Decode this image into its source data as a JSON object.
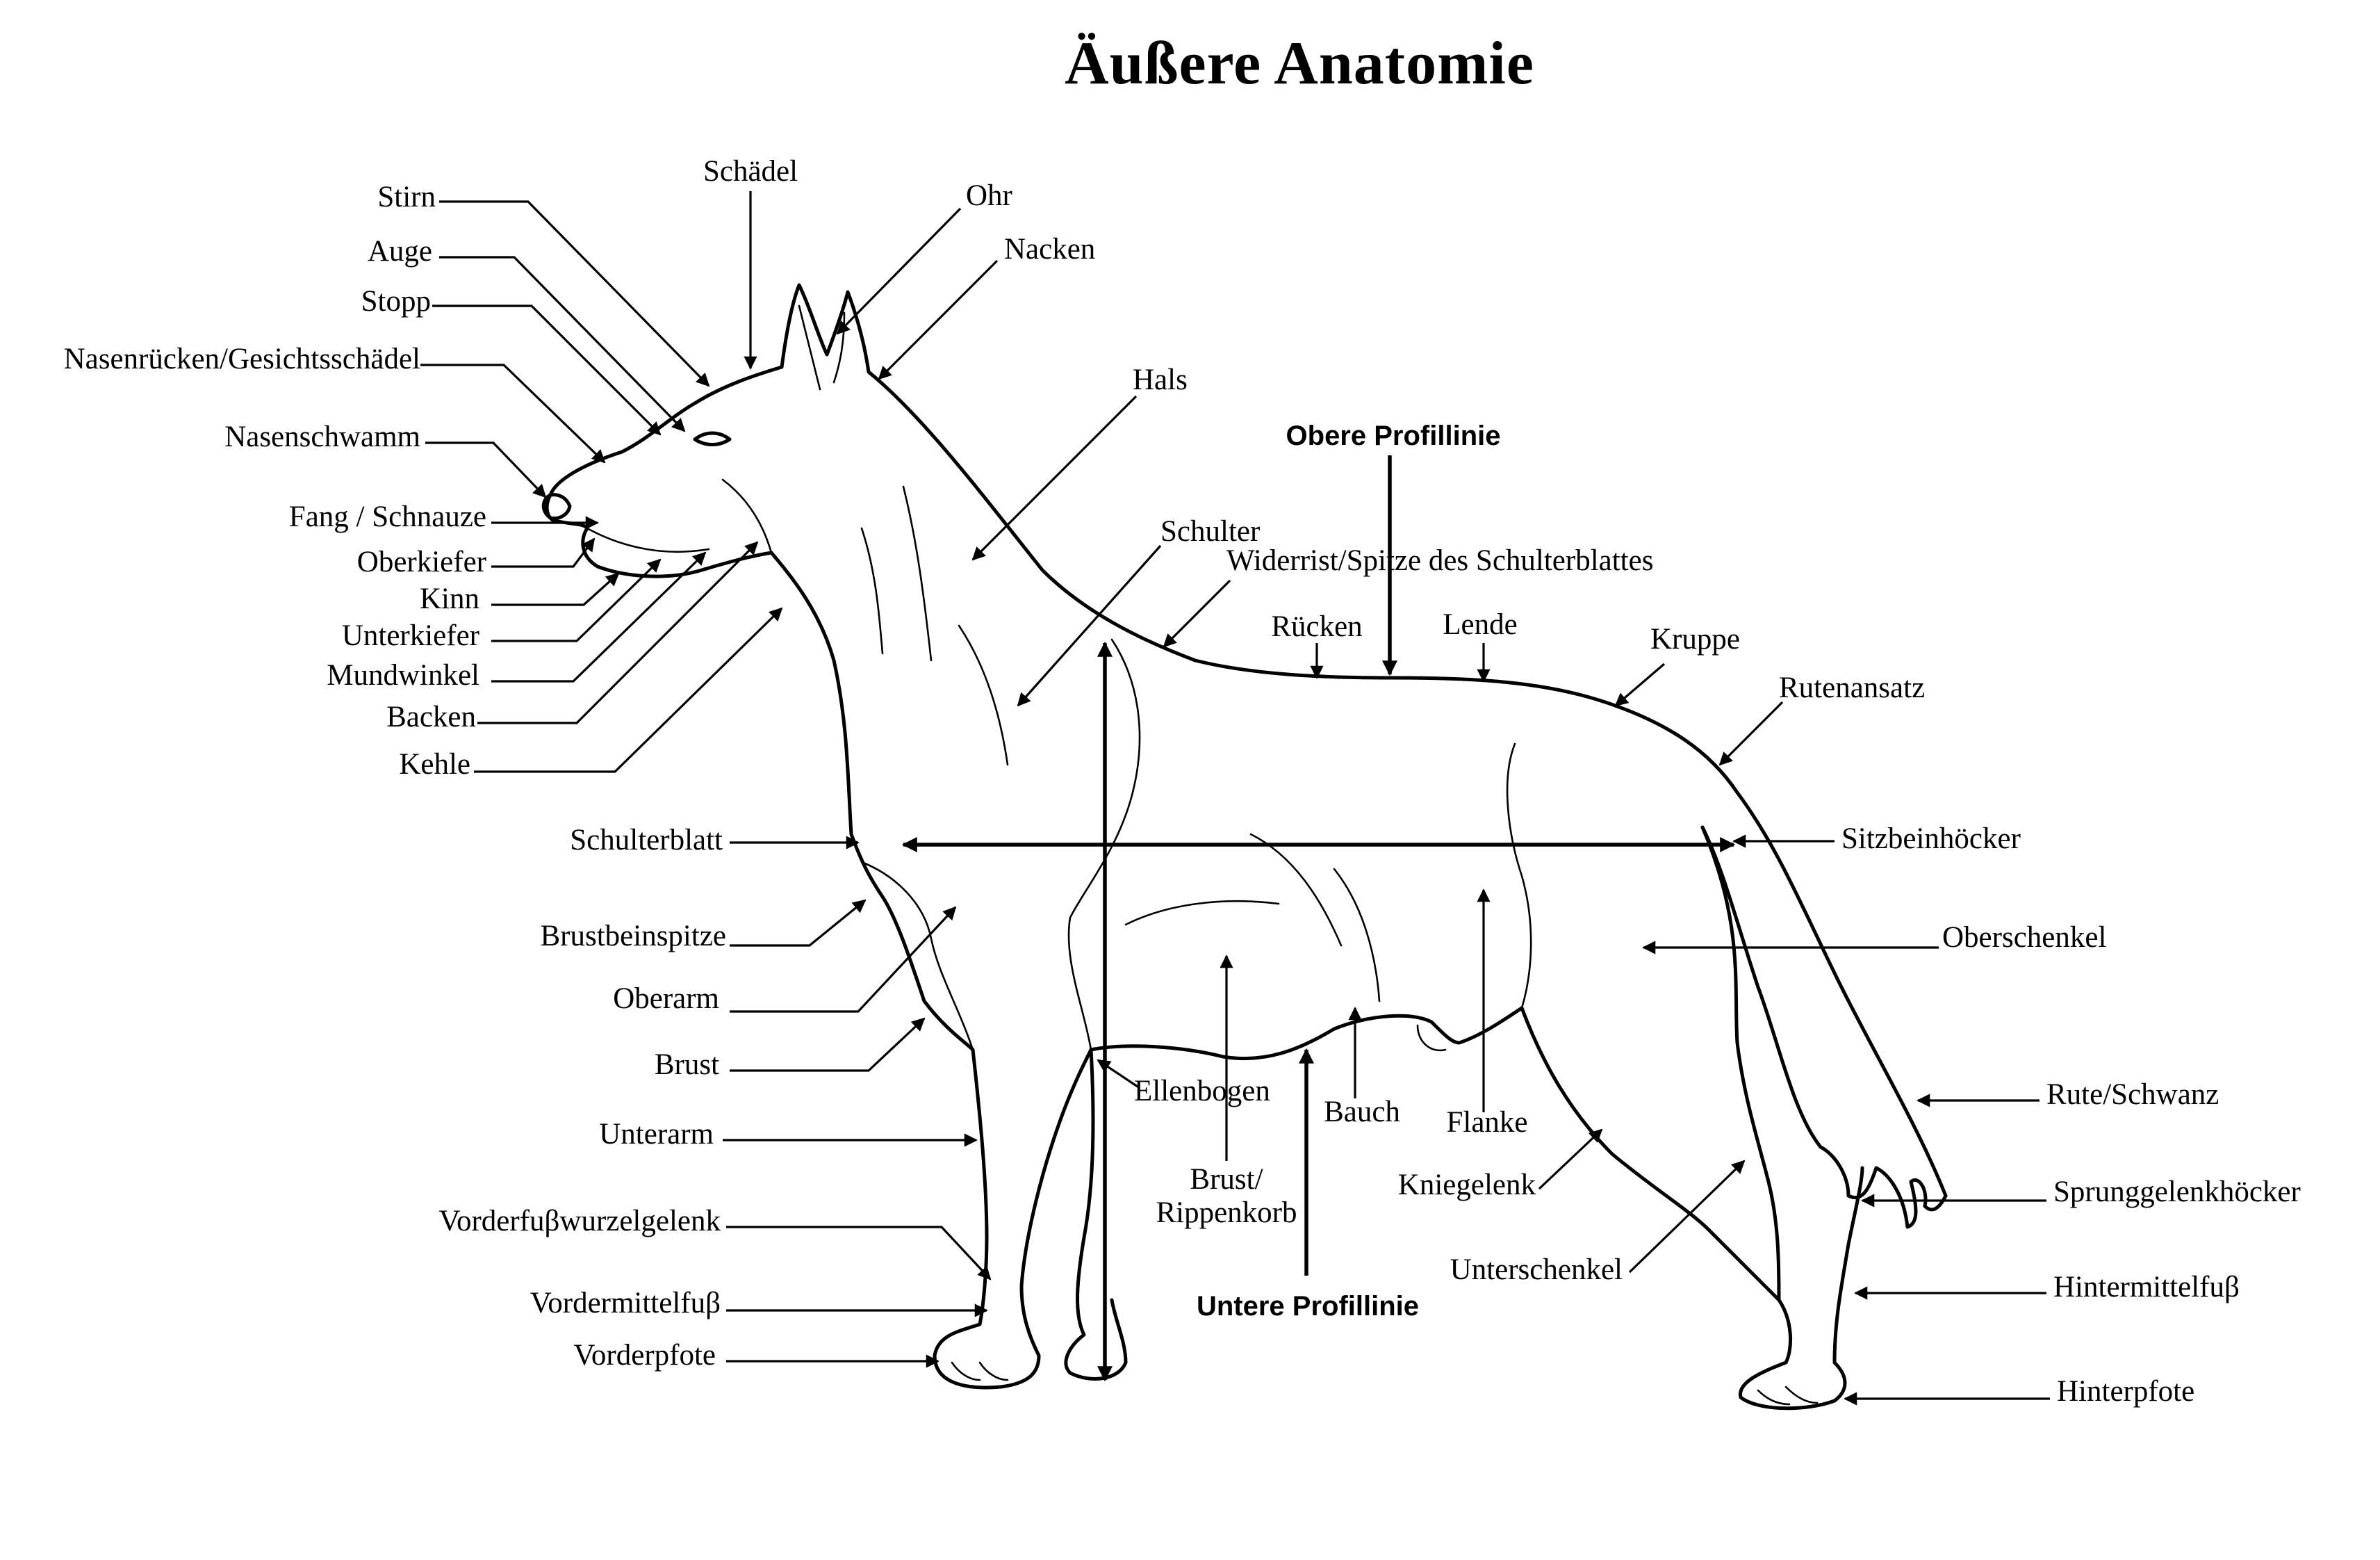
{
  "title": "Äußere Anatomie",
  "labels": {
    "stirn": "Stirn",
    "auge": "Auge",
    "stopp": "Stopp",
    "nasenruecken": "Nasenrücken/Gesichtsschädel",
    "nasenschwamm": "Nasenschwamm",
    "fang": "Fang / Schnauze",
    "oberkiefer": "Oberkiefer",
    "kinn": "Kinn",
    "unterkiefer": "Unterkiefer",
    "mundwinkel": "Mundwinkel",
    "backen": "Backen",
    "kehle": "Kehle",
    "schaedel": "Schädel",
    "ohr": "Ohr",
    "nacken": "Nacken",
    "hals": "Hals",
    "obere_profillinie": "Obere Profillinie",
    "schulter": "Schulter",
    "widerrist": "Widerrist/Spitze des Schulterblattes",
    "ruecken": "Rücken",
    "lende": "Lende",
    "kruppe": "Kruppe",
    "rutenansatz": "Rutenansatz",
    "schulterblatt": "Schulterblatt",
    "sitzbeinhoecker": "Sitzbeinhöcker",
    "brustbeinspitze": "Brustbeinspitze",
    "oberschenkel": "Oberschenkel",
    "oberarm": "Oberarm",
    "brust": "Brust",
    "ellenbogen": "Ellenbogen",
    "bauch": "Bauch",
    "flanke": "Flanke",
    "rute": "Rute/Schwanz",
    "unterarm": "Unterarm",
    "brustkorb_1": "Brust/",
    "brustkorb_2": "Rippenkorb",
    "kniegelenk": "Kniegelenk",
    "sprunggelenk": "Sprunggelenkhöcker",
    "vorderfusswurzel": "Vorderfuβwurzelgelenk",
    "vordermittelfuss": "Vordermittelfuβ",
    "unterschenkel": "Unterschenkel",
    "hintermittelfuss": "Hintermittelfuβ",
    "untere_profillinie": "Untere Profillinie",
    "vorderpfote": "Vorderpfote",
    "hinterpfote": "Hinterpfote"
  }
}
